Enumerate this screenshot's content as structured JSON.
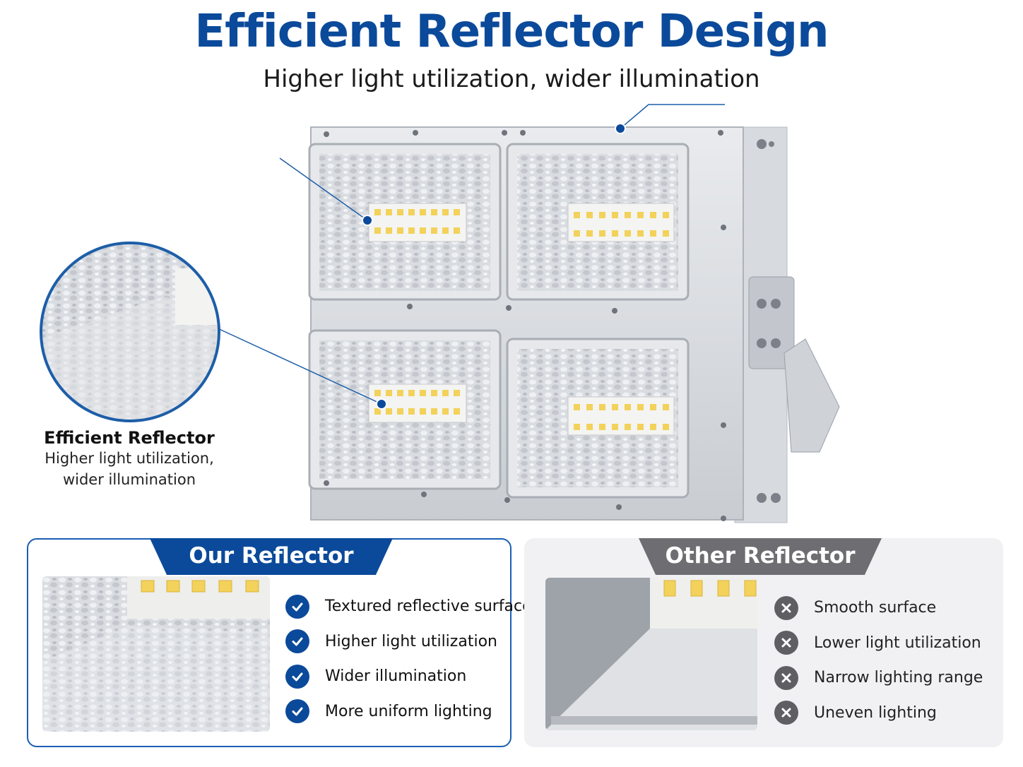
{
  "header": {
    "title": "Efficient Reflector Design",
    "subtitle": "Higher light utilization, wider illumination"
  },
  "callout": {
    "heading": "Efficient Reflector",
    "line1": "Higher light utilization,",
    "line2": "wider illumination"
  },
  "panels": {
    "ours": {
      "title": "Our Reflector",
      "features": [
        "Textured reflective surface",
        "Higher light utilization",
        "Wider illumination",
        "More uniform lighting"
      ]
    },
    "other": {
      "title": "Other Reflector",
      "features": [
        "Smooth surface",
        "Lower light utilization",
        "Narrow lighting range",
        "Uneven lighting"
      ]
    }
  },
  "colors": {
    "brand_blue": "#0b4a9a",
    "other_gray": "#6e6e72"
  }
}
